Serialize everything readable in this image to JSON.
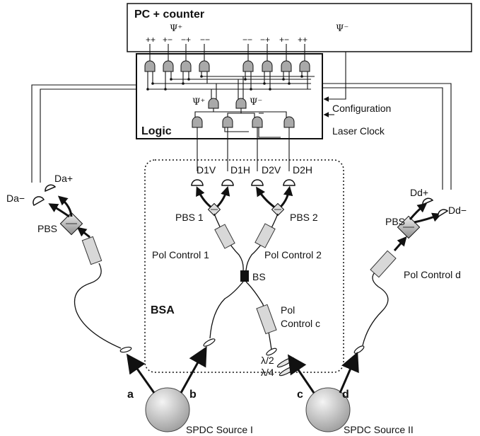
{
  "pc": {
    "title": "PC + counter",
    "psi_plus": "Ψ⁺",
    "psi_minus": "Ψ⁻",
    "plus_channels": [
      "++",
      "+−",
      "−+",
      "−−"
    ],
    "minus_channels": [
      "−−",
      "−+",
      "+−",
      "++"
    ]
  },
  "logic": {
    "title": "Logic",
    "psi_plus": "Ψ⁺",
    "psi_minus": "Ψ⁻"
  },
  "inputs": {
    "configuration": "Configuration",
    "laser_clock": "Laser Clock"
  },
  "bsa": {
    "title": "BSA",
    "detectors": [
      "D1V",
      "D1H",
      "D2V",
      "D2H"
    ],
    "pbs1": "PBS 1",
    "pbs2": "PBS 2",
    "pol1": "Pol Control 1",
    "pol2": "Pol Control 2",
    "bs": "BS",
    "polc_line1": "Pol",
    "polc_line2": "Control c",
    "half_wave": "λ/2",
    "quarter_wave": "λ/4"
  },
  "left": {
    "det_minus": "Da−",
    "det_plus": "Da+",
    "pbs": "PBS"
  },
  "right": {
    "det_plus": "Dd+",
    "det_minus": "Dd−",
    "pbs": "PBS",
    "pol": "Pol Control d"
  },
  "sources": {
    "source1": "SPDC Source I",
    "source2": "SPDC Source II",
    "mode_a": "a",
    "mode_b": "b",
    "mode_c": "c",
    "mode_d": "d"
  }
}
